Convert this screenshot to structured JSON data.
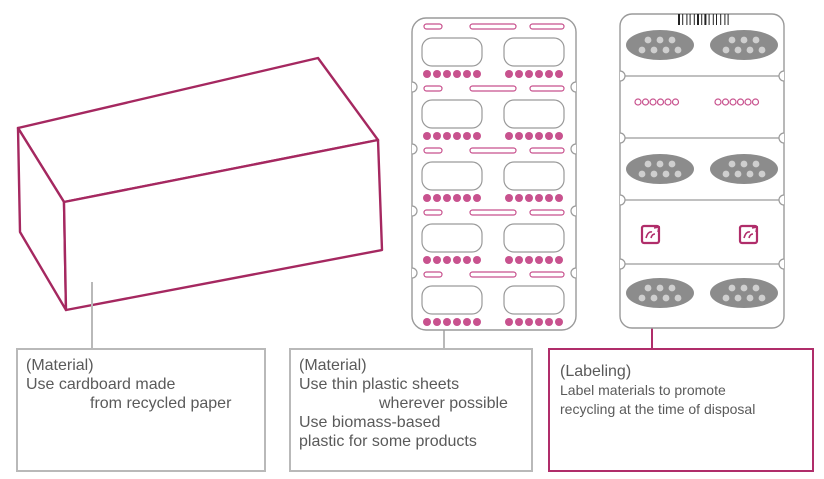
{
  "callouts": {
    "box": {
      "lines": [
        "(Material)",
        "Use cardboard made",
        "from recycled paper"
      ]
    },
    "blister_sheet": {
      "lines": [
        "(Material)",
        "Use thin plastic sheets",
        "wherever possible",
        "Use biomass-based",
        "plastic for some products"
      ]
    },
    "labeling": {
      "heading": "(Labeling)",
      "lines": [
        "Label materials to promote",
        "recycling at the time of disposal"
      ]
    }
  },
  "colors": {
    "accent": "#b02d6a",
    "dot_pink": "#c8528e",
    "outline_gray": "#9a9a9a",
    "pill_gray": "#8c8c8c",
    "callout_border": "#b9b9b9"
  },
  "icons": [
    "box-icon",
    "blister-sheet-front-icon",
    "blister-sheet-back-icon",
    "barcode-icon",
    "recycle-mark-icon"
  ]
}
